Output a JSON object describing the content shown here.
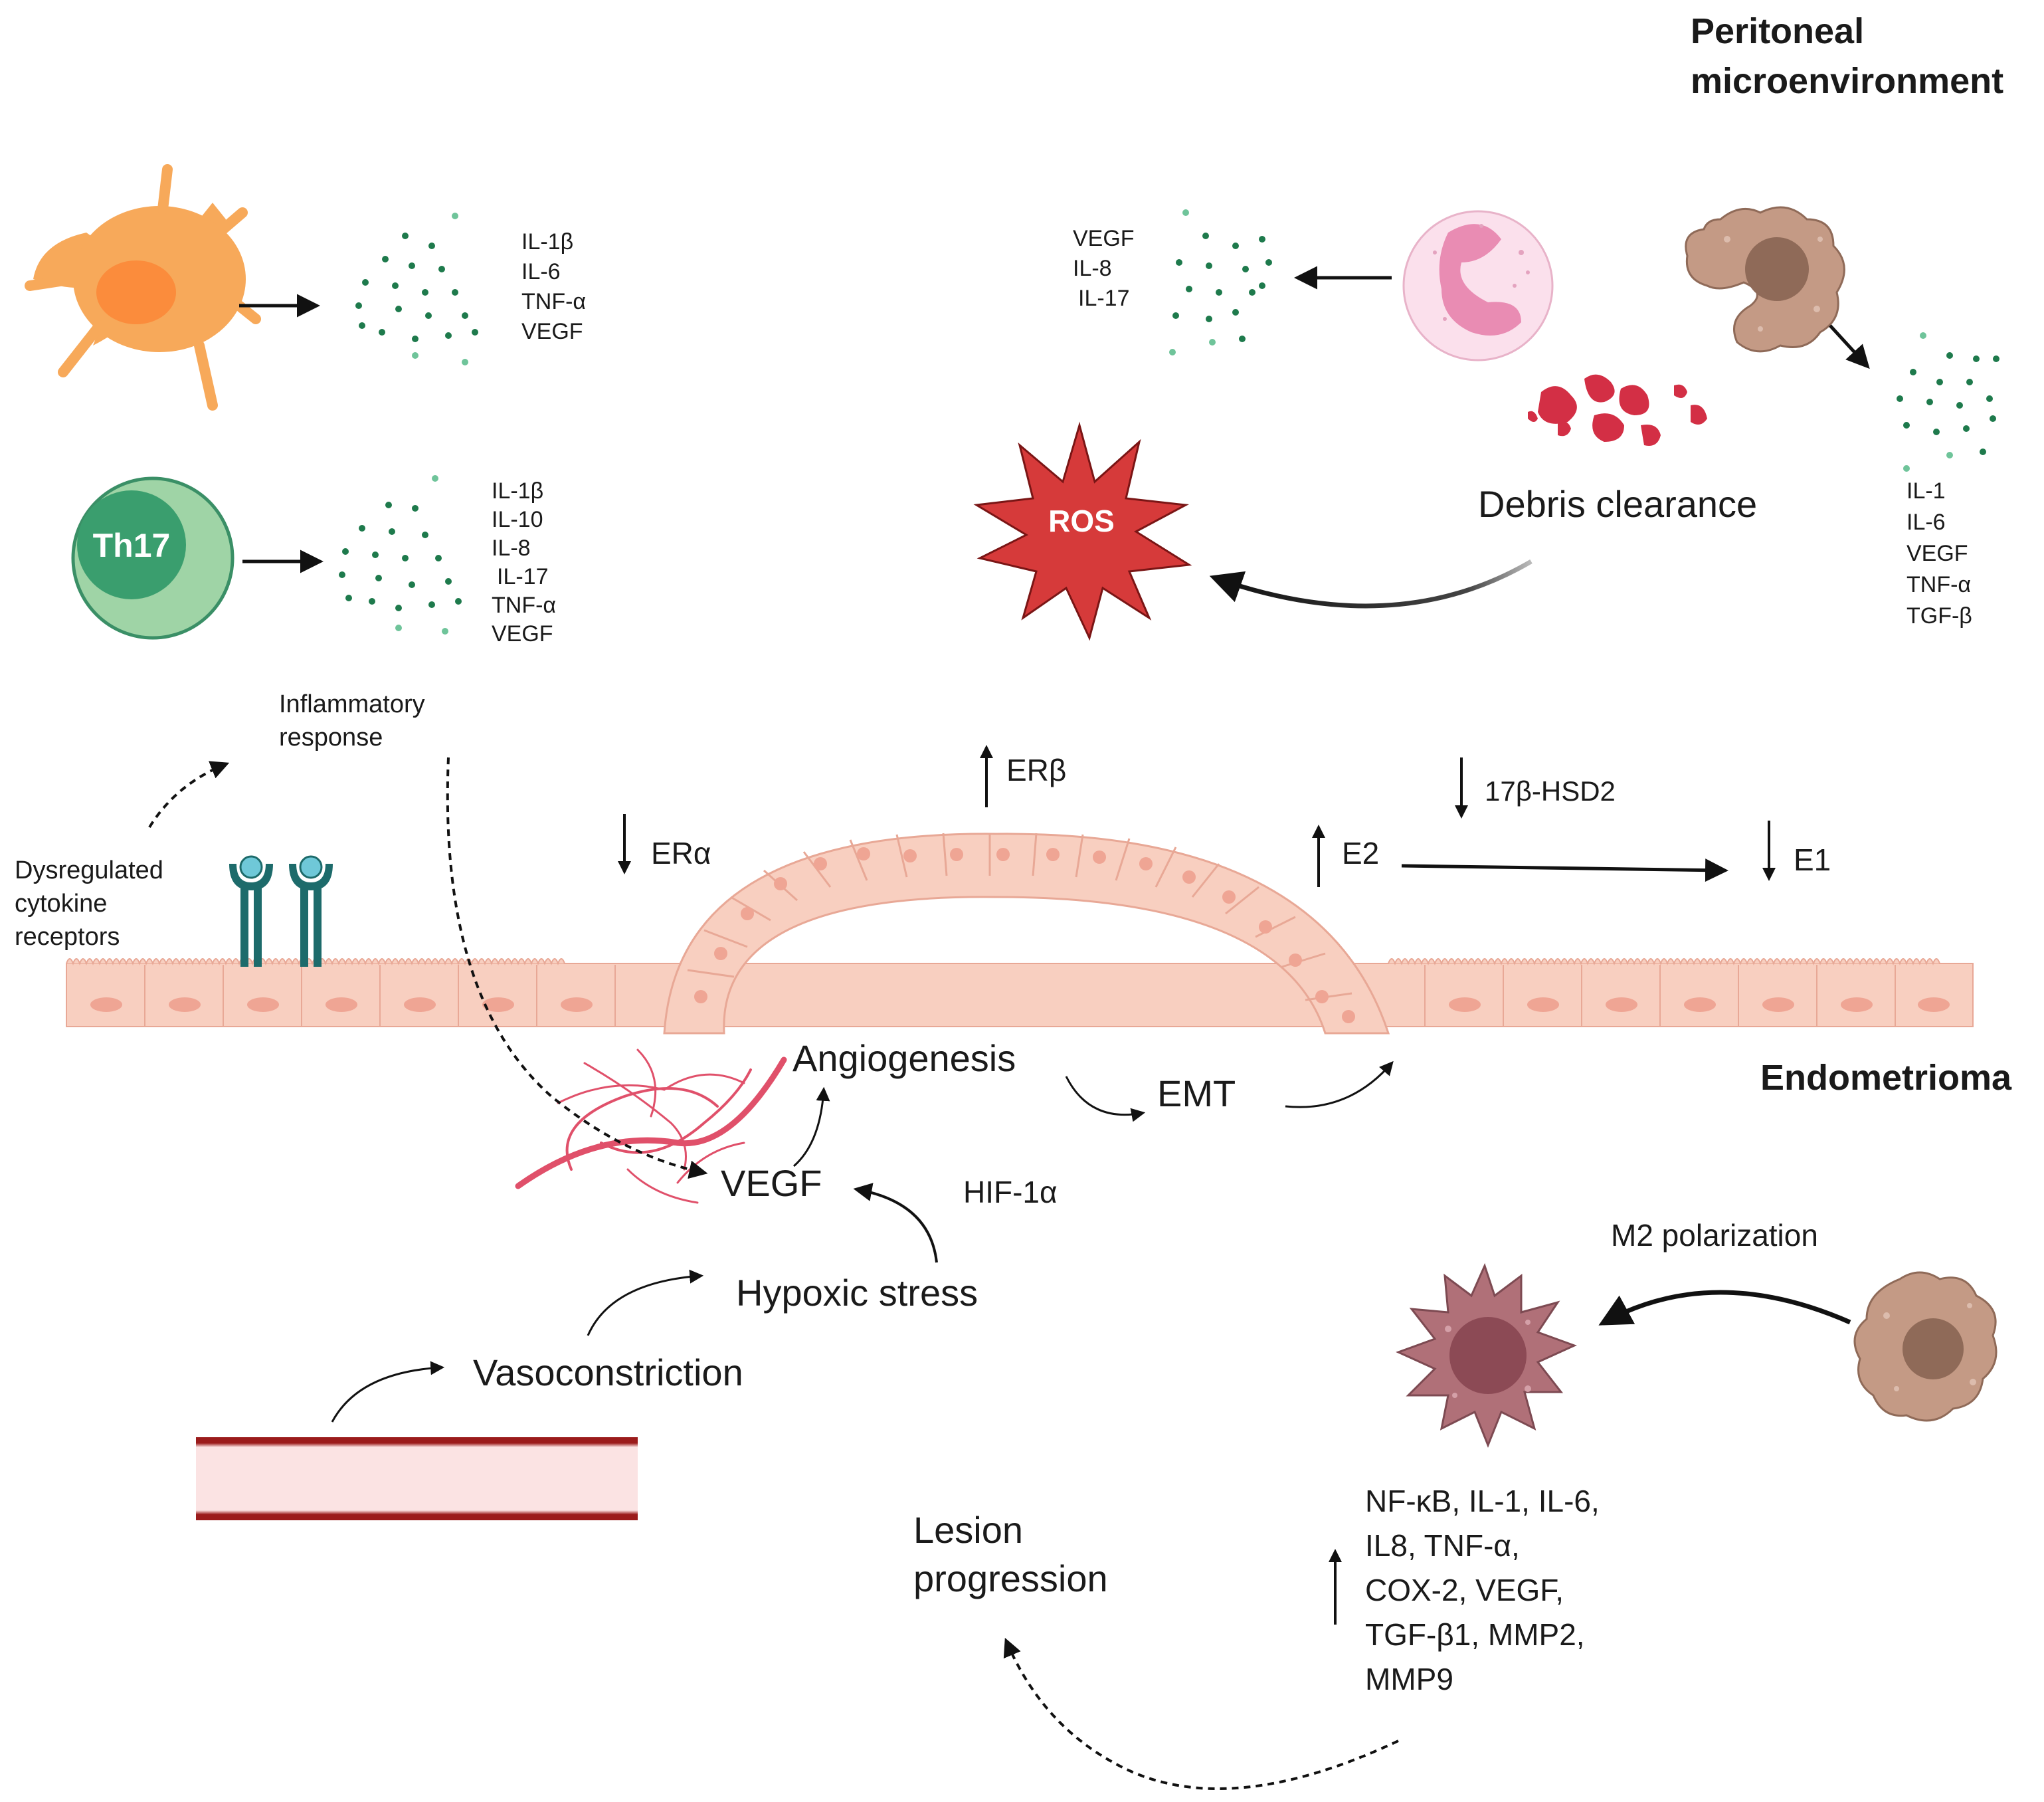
{
  "sections": {
    "peritoneal": [
      "Peritoneal",
      "microenvironment"
    ],
    "endometrioma": "Endometrioma"
  },
  "cells": {
    "th17_label": "Th17",
    "ros_label": "ROS"
  },
  "cytokine_lists": {
    "dendritic": [
      "IL-1β",
      "IL-6",
      "TNF-α",
      "VEGF"
    ],
    "th17": [
      "IL-1β",
      "IL-10",
      "IL-8",
      "IL-17",
      "TNF-α",
      "VEGF"
    ],
    "neutrophil": [
      "VEGF",
      "IL-8",
      "IL-17"
    ],
    "macrophage": [
      "IL-1",
      "IL-6",
      "VEGF",
      "TNF-α",
      "TGF-β"
    ],
    "m2": [
      "NF-κB, IL-1, IL-6,",
      "IL8, TNF-α,",
      "COX-2, VEGF,",
      "TGF-β1, MMP2,",
      "MMP9"
    ]
  },
  "labels": {
    "debris_clearance": "Debris clearance",
    "inflammatory_response": [
      "Inflammatory",
      "response"
    ],
    "dysregulated": [
      "Dysregulated",
      "cytokine",
      "receptors"
    ],
    "er_alpha": "ERα",
    "er_beta": "ERβ",
    "hsd": "17β-HSD2",
    "e2": "E2",
    "e1": "E1",
    "angiogenesis": "Angiogenesis",
    "emt": "EMT",
    "vegf": "VEGF",
    "hif": "HIF-1α",
    "hypoxic": "Hypoxic stress",
    "vasoconstriction": "Vasoconstriction",
    "m2_polarization": "M2 polarization",
    "lesion_progression": [
      "Lesion",
      "progression"
    ]
  },
  "colors": {
    "dendritic_cell": "#f7a95a",
    "th17_outer": "#9fd4a6",
    "th17_inner": "#3a9e6e",
    "cytokine_dark": "#1e7a4c",
    "cytokine_light": "#6fc49a",
    "ros_star": "#d63a3a",
    "macrophage": "#c49a85",
    "m2_macrophage": "#b07078",
    "epithelium": "#f8cfc0",
    "blood_vessel": "#9b1b1b",
    "receptor": "#1d6b6b"
  }
}
